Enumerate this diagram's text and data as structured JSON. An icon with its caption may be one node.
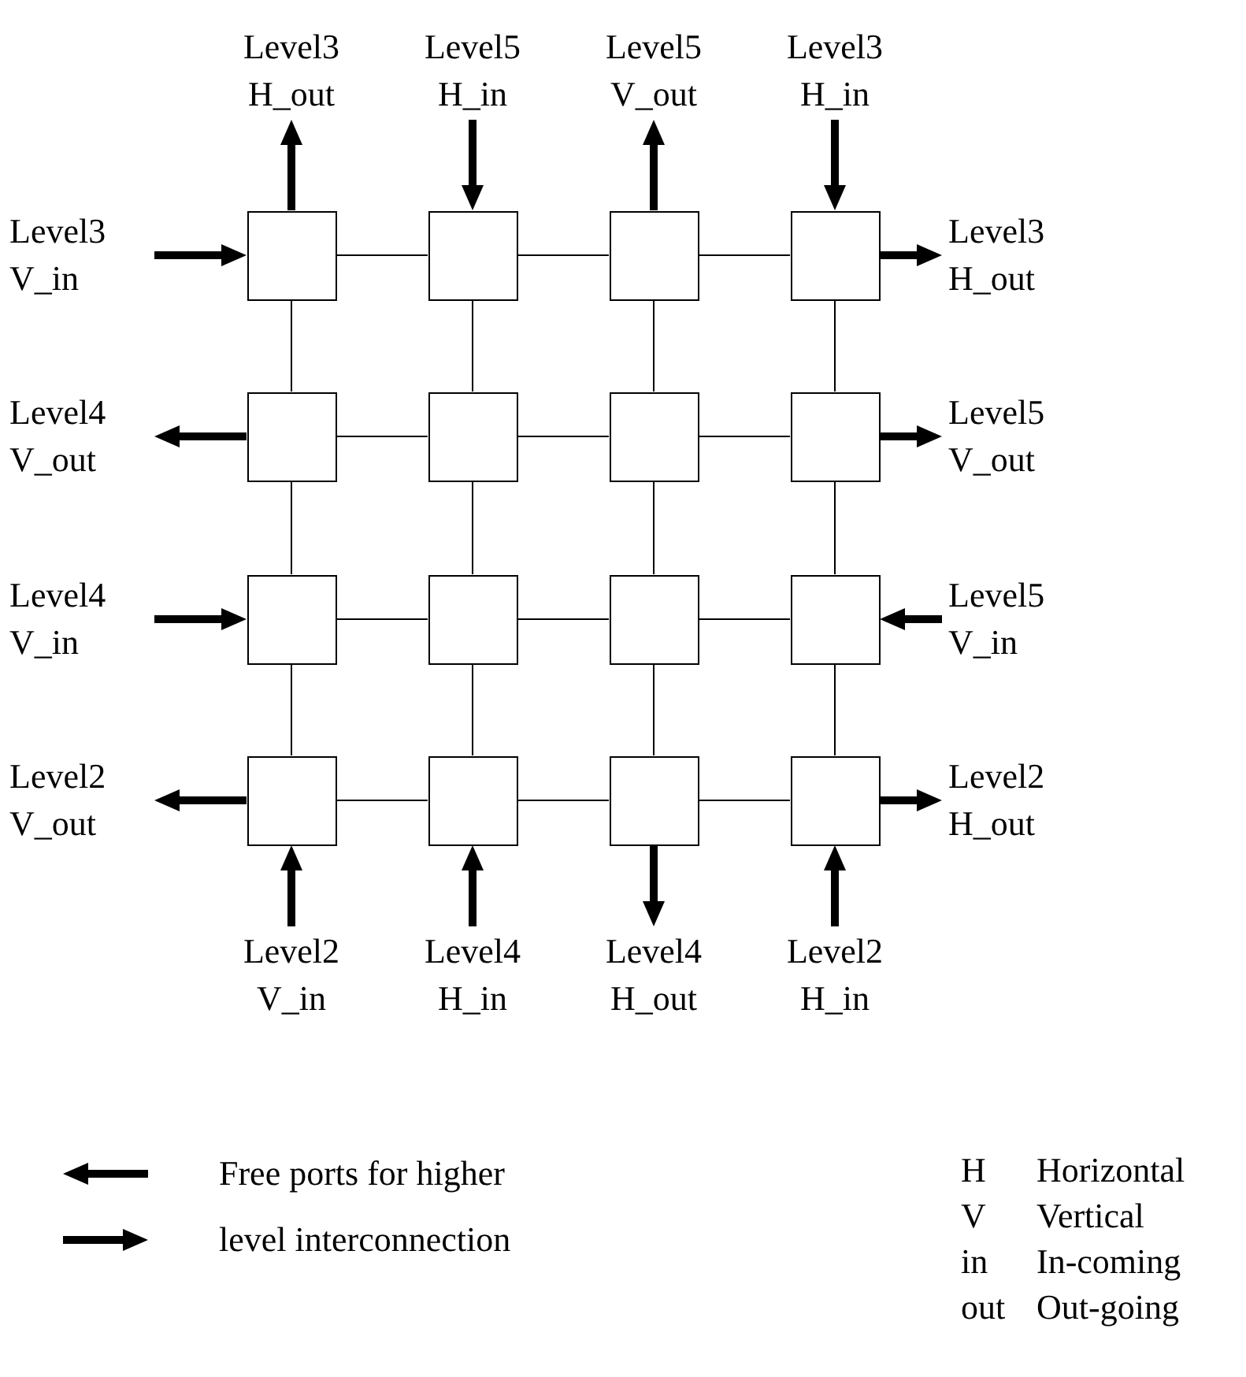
{
  "diagram": {
    "nodes": [
      {
        "text": [],
        "shape": "box"
      },
      {
        "text": [],
        "shape": "box"
      },
      {
        "text": [],
        "shape": "box"
      },
      {
        "text": [],
        "shape": "box"
      },
      {
        "text": [],
        "shape": "box"
      },
      {
        "text": [],
        "shape": "box"
      },
      {
        "text": [],
        "shape": "box"
      },
      {
        "text": [],
        "shape": "box"
      },
      {
        "text": [],
        "shape": "box"
      },
      {
        "text": [],
        "shape": "box"
      },
      {
        "text": [],
        "shape": "box"
      },
      {
        "text": [],
        "shape": "box"
      },
      {
        "text": [],
        "shape": "box"
      },
      {
        "text": [],
        "shape": "box"
      },
      {
        "text": [],
        "shape": "box"
      },
      {
        "text": [],
        "shape": "box"
      },
      {
        "text": [
          "Level3",
          "H_out"
        ]
      },
      {
        "text": [
          "Level5",
          "H_in"
        ]
      },
      {
        "text": [
          "Level5",
          "V_out"
        ]
      },
      {
        "text": [
          "Level3",
          "H_in"
        ]
      },
      {
        "text": [
          "Level3",
          "V_in"
        ]
      },
      {
        "text": [
          "Level3",
          "H_out"
        ]
      },
      {
        "text": [
          "Level4",
          "V_out"
        ]
      },
      {
        "text": [
          "Level5",
          "V_out"
        ]
      },
      {
        "text": [
          "Level4",
          "V_in"
        ]
      },
      {
        "text": [
          "Level5",
          "V_in"
        ]
      },
      {
        "text": [
          "Level2",
          "V_out"
        ]
      },
      {
        "text": [
          "Level2",
          "H_out"
        ]
      },
      {
        "text": [
          "Level2",
          "V_in"
        ]
      },
      {
        "text": [
          "Level4",
          "H_in"
        ]
      },
      {
        "text": [
          "Level4",
          "H_out"
        ]
      },
      {
        "text": [
          "Level2",
          "H_in"
        ]
      }
    ],
    "edges": [
      {
        "from": 0,
        "to": 1,
        "arrow": "none"
      },
      {
        "from": 1,
        "to": 2,
        "arrow": "none"
      },
      {
        "from": 2,
        "to": 3,
        "arrow": "none"
      },
      {
        "from": 4,
        "to": 5,
        "arrow": "none"
      },
      {
        "from": 5,
        "to": 6,
        "arrow": "none"
      },
      {
        "from": 6,
        "to": 7,
        "arrow": "none"
      },
      {
        "from": 8,
        "to": 9,
        "arrow": "none"
      },
      {
        "from": 9,
        "to": 10,
        "arrow": "none"
      },
      {
        "from": 10,
        "to": 11,
        "arrow": "none"
      },
      {
        "from": 12,
        "to": 13,
        "arrow": "none"
      },
      {
        "from": 13,
        "to": 14,
        "arrow": "none"
      },
      {
        "from": 14,
        "to": 15,
        "arrow": "none"
      },
      {
        "from": 0,
        "to": 4,
        "arrow": "none"
      },
      {
        "from": 4,
        "to": 8,
        "arrow": "none"
      },
      {
        "from": 8,
        "to": 12,
        "arrow": "none"
      },
      {
        "from": 1,
        "to": 5,
        "arrow": "none"
      },
      {
        "from": 5,
        "to": 9,
        "arrow": "none"
      },
      {
        "from": 9,
        "to": 13,
        "arrow": "none"
      },
      {
        "from": 2,
        "to": 6,
        "arrow": "none"
      },
      {
        "from": 6,
        "to": 10,
        "arrow": "none"
      },
      {
        "from": 10,
        "to": 14,
        "arrow": "none"
      },
      {
        "from": 3,
        "to": 7,
        "arrow": "none"
      },
      {
        "from": 7,
        "to": 11,
        "arrow": "none"
      },
      {
        "from": 11,
        "to": 15,
        "arrow": "none"
      },
      {
        "from": 0,
        "to": 16,
        "arrow": "to",
        "style": "thick"
      },
      {
        "from": 17,
        "to": 1,
        "arrow": "to",
        "style": "thick"
      },
      {
        "from": 2,
        "to": 18,
        "arrow": "to",
        "style": "thick"
      },
      {
        "from": 19,
        "to": 3,
        "arrow": "to",
        "style": "thick"
      },
      {
        "from": 20,
        "to": 0,
        "arrow": "to",
        "style": "thick"
      },
      {
        "from": 3,
        "to": 21,
        "arrow": "to",
        "style": "thick"
      },
      {
        "from": 4,
        "to": 22,
        "arrow": "to",
        "style": "thick"
      },
      {
        "from": 7,
        "to": 23,
        "arrow": "to",
        "style": "thick"
      },
      {
        "from": 24,
        "to": 8,
        "arrow": "to",
        "style": "thick"
      },
      {
        "from": 25,
        "to": 11,
        "arrow": "to",
        "style": "thick"
      },
      {
        "from": 12,
        "to": 26,
        "arrow": "to",
        "style": "thick"
      },
      {
        "from": 15,
        "to": 27,
        "arrow": "to",
        "style": "thick"
      },
      {
        "from": 28,
        "to": 12,
        "arrow": "to",
        "style": "thick"
      },
      {
        "from": 29,
        "to": 13,
        "arrow": "to",
        "style": "thick"
      },
      {
        "from": 14,
        "to": 30,
        "arrow": "to",
        "style": "thick"
      },
      {
        "from": 31,
        "to": 15,
        "arrow": "to",
        "style": "thick"
      }
    ],
    "labels": [
      "H",
      "Horizontal",
      "V",
      "Vertical",
      "in",
      "In-coming",
      "out",
      "Out-going"
    ],
    "legend": [
      {
        "text": "Free ports for higher"
      },
      {
        "text": "level interconnection"
      }
    ]
  }
}
